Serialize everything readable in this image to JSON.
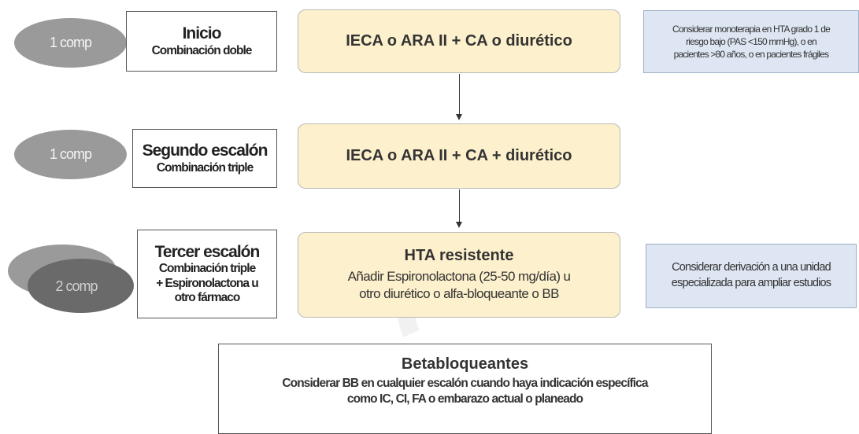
{
  "steps": [
    {
      "oval_text": "1 comp",
      "label_title": "Inicio",
      "label_sub": [
        "Combinación doble"
      ],
      "main_text": "IECA o ARA II + CA o diurético"
    },
    {
      "oval_text": "1 comp",
      "label_title": "Segundo escalón",
      "label_sub": [
        "Combinación triple"
      ],
      "main_text": "IECA o ARA II + CA + diurético"
    },
    {
      "oval_text": "2 comp",
      "label_title": "Tercer escalón",
      "label_sub": [
        "Combinación triple",
        "+ Espironolactona u",
        "otro fármaco"
      ],
      "main_title": "HTA resistente",
      "main_lines": [
        "Añadir Espironolactona (25-50 mg/día) u",
        "otro diurético o alfa-bloqueante o BB"
      ]
    }
  ],
  "notes": {
    "monotherapy": [
      "Considerar monoterapia en HTA grado 1 de",
      "riesgo bajo (PAS <150 mmHg), o en",
      "pacientes >80 años, o en pacientes frágiles"
    ],
    "referral": [
      "Considerar derivación a una unidad",
      "especializada para ampliar estudios"
    ]
  },
  "beta_blockers": {
    "title": "Betabloqueantes",
    "lines": [
      "Considerar BB en cualquier escalón cuando haya indicación específica",
      "como IC, CI, FA o embarazo actual o planeado"
    ]
  },
  "colors": {
    "main_box_fill": "#fdf0cc",
    "note_fill": "#dde6f2",
    "oval_light": "#9a9a9a",
    "oval_dark": "#6a6a6a"
  }
}
